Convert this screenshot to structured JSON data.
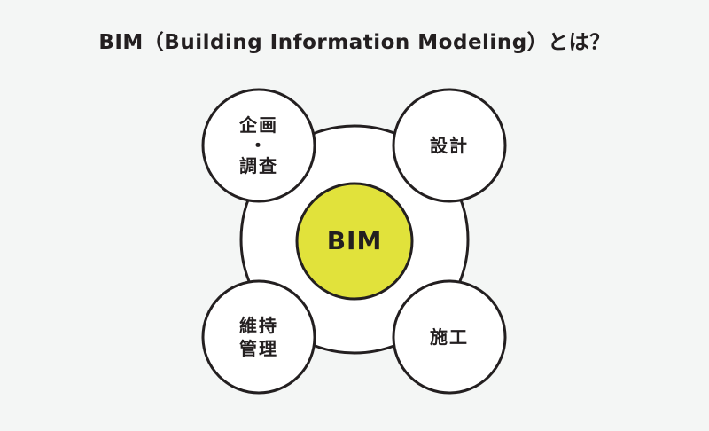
{
  "title": "BIM（Building Information Modeling）とは？",
  "center": {
    "label": "BIM",
    "color": "#e1e23b"
  },
  "nodes": [
    {
      "id": "planning",
      "label": "企画\n・\n調査"
    },
    {
      "id": "design",
      "label": "設計"
    },
    {
      "id": "maintenance",
      "label": "維持\n管理"
    },
    {
      "id": "construction",
      "label": "施工"
    }
  ],
  "colors": {
    "background": "#f4f6f5",
    "stroke": "#231f20",
    "fill": "#ffffff"
  }
}
